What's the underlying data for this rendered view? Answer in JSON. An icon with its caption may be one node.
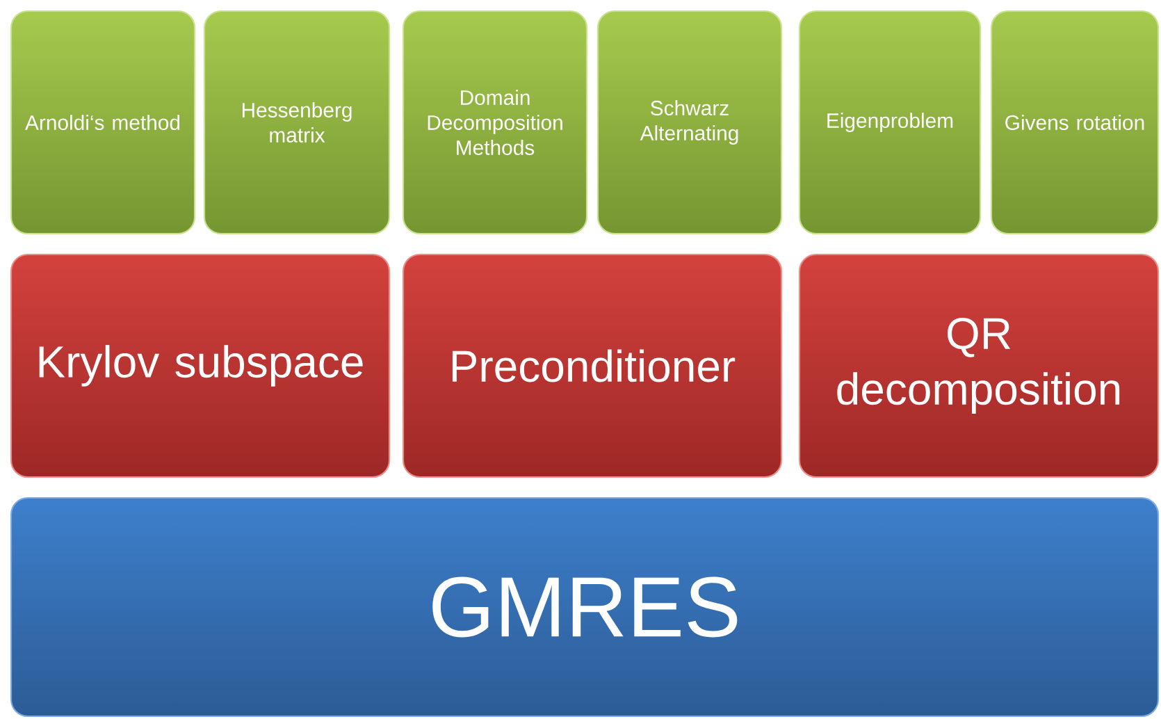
{
  "diagram": {
    "nodes": [
      {
        "text": [
          "Arnoldi‘s method"
        ]
      },
      {
        "text": [
          "Hessenberg matrix"
        ]
      },
      {
        "text": [
          "Domain Decomposition Methods"
        ]
      },
      {
        "text": [
          "Schwarz Alternating"
        ]
      },
      {
        "text": [
          "Eigenproblem"
        ]
      },
      {
        "text": [
          "Givens rotation"
        ]
      },
      {
        "text": [
          "Krylov subspace"
        ]
      },
      {
        "text": [
          "Preconditioner"
        ]
      },
      {
        "text": [
          "QR decomposition"
        ]
      },
      {
        "text": [
          "GMRES"
        ]
      }
    ]
  }
}
